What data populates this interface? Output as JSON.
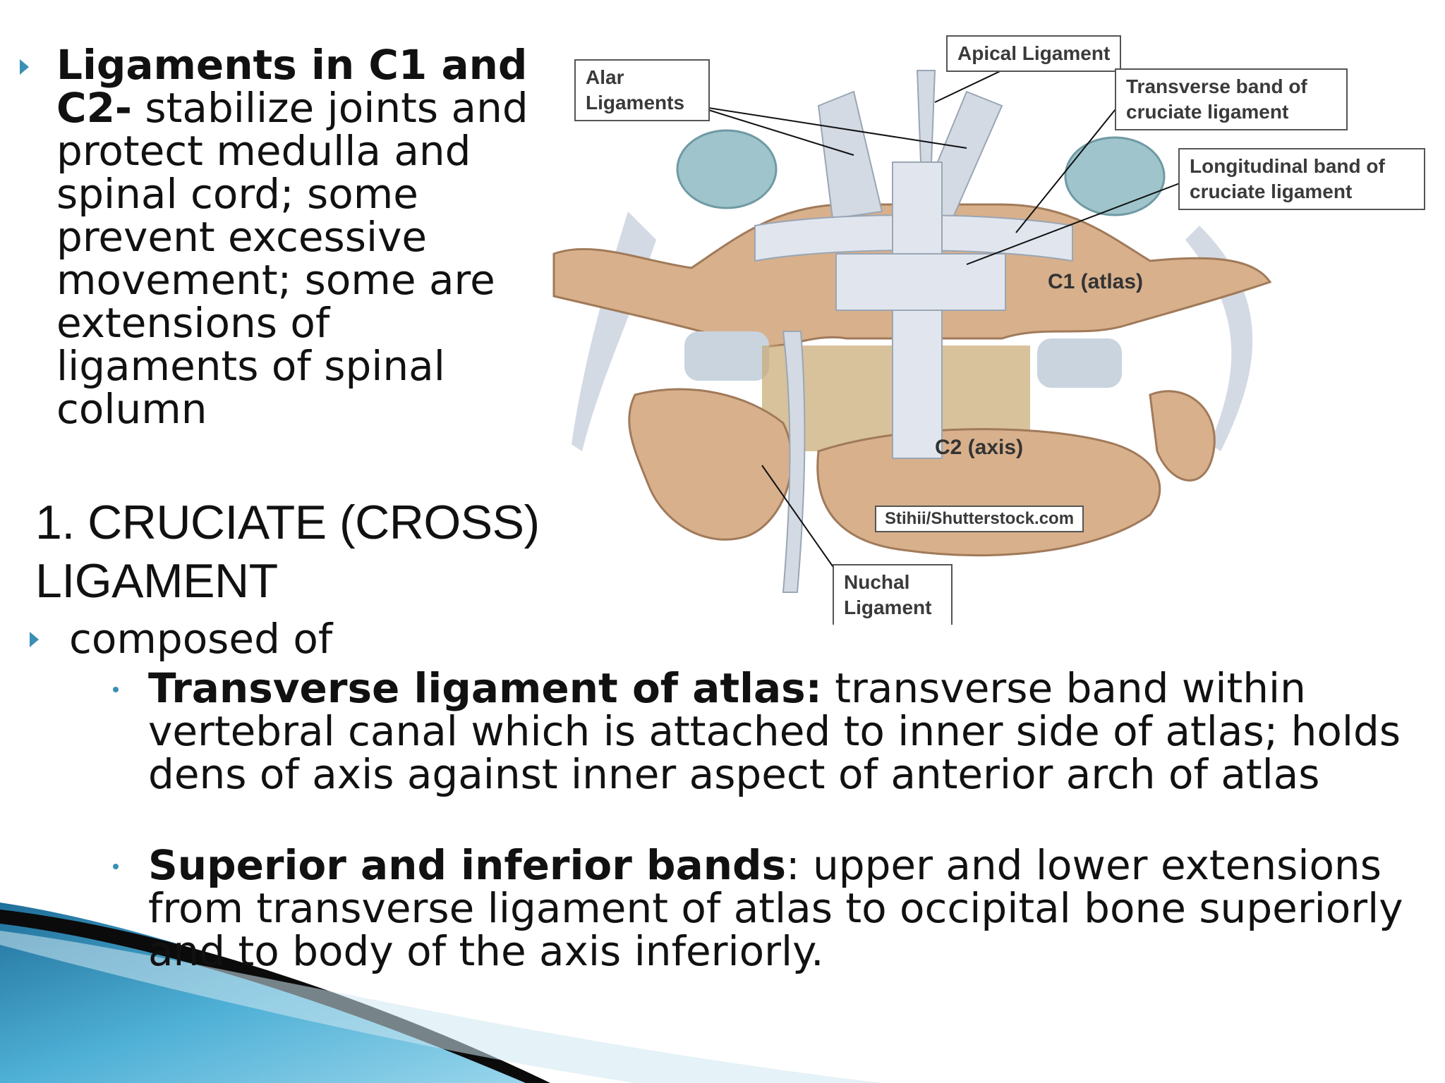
{
  "intro": {
    "bold": "Ligaments in C1 and C2-",
    "rest": " stabilize joints and protect medulla and spinal cord; some prevent excessive movement; some are extensions of ligaments of spinal column"
  },
  "heading": {
    "line1": "1. CRUCIATE (CROSS)",
    "line2": "LIGAMENT"
  },
  "composed": "composed of",
  "items": [
    {
      "bold": "Transverse ligament of atlas:",
      "rest": " transverse band within vertebral canal which is attached to inner side of atlas; holds dens of axis against inner aspect of anterior arch of atlas"
    },
    {
      "bold": "Superior and inferior bands",
      "rest": ": upper and lower extensions from transverse ligament of atlas to occipital bone superiorly and to body of the axis inferiorly."
    }
  ],
  "figure": {
    "labels": {
      "alar": "Alar Ligaments",
      "apical": "Apical Ligament",
      "transverse": "Transverse band of cruciate ligament",
      "longitudinal": "Longitudinal band of cruciate ligament",
      "c1": "C1 (atlas)",
      "c2": "C2 (axis)",
      "credit": "Stihii/Shutterstock.com",
      "nuchal": "Nuchal Ligament"
    }
  },
  "colors": {
    "accent": "#3b8fb4",
    "bone": "#d8b08c",
    "ligament": "#d4dae4",
    "cartilage": "#9fc4cc"
  }
}
